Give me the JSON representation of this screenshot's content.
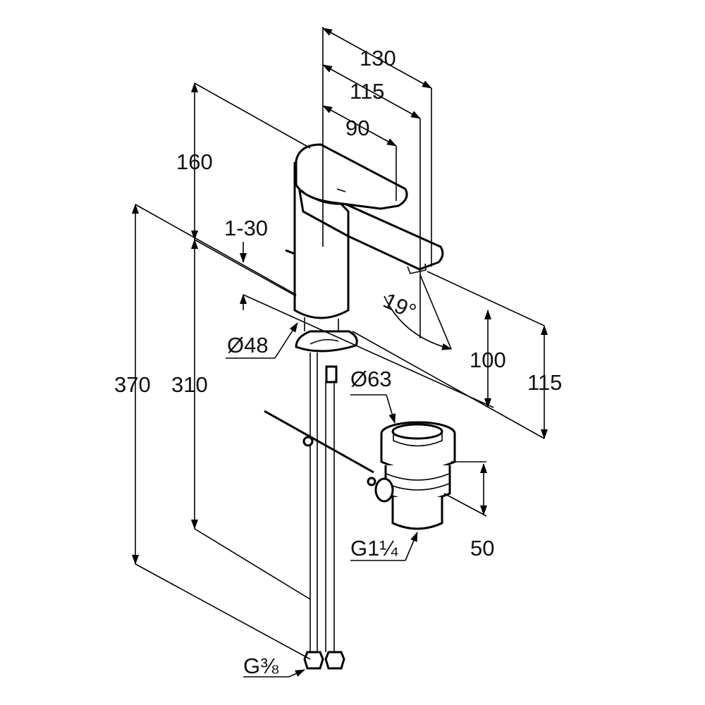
{
  "drawing": {
    "dimensions": {
      "spout_reach_total": "130",
      "spout_reach_mid": "115",
      "lever_reach": "90",
      "body_height": "160",
      "deck_thickness": "1-30",
      "body_diameter": "Ø48",
      "total_height": "370",
      "hose_length": "310",
      "spout_angle": "19°",
      "outlet_height": "100",
      "outlet_height_total": "115",
      "waste_diameter": "Ø63",
      "waste_thread": "G1¼",
      "waste_height": "50",
      "hose_thread": "G⅜"
    }
  }
}
